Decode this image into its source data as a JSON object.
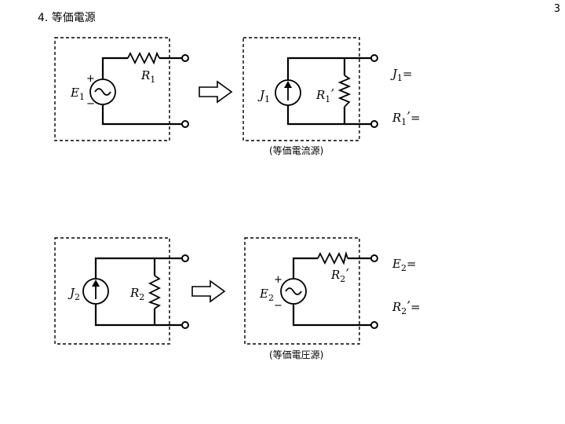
{
  "page": {
    "number": "3",
    "title": "4. 等価電源"
  },
  "circuits": {
    "voltage_source": {
      "source_letter": "E",
      "source_sub": "1",
      "plus": "+",
      "minus": "−",
      "resistor_letter": "R",
      "resistor_sub": "1"
    },
    "equivalent_current": {
      "source_letter": "J",
      "source_sub": "1",
      "resistor_letter": "R",
      "resistor_sub": "1",
      "resistor_prime": "’",
      "caption": "(等価電流源)",
      "answer_j": {
        "letter": "J",
        "sub": "1",
        "eq": "="
      },
      "answer_r": {
        "letter": "R",
        "sub": "1",
        "prime": "’",
        "eq": "="
      }
    },
    "current_source": {
      "source_letter": "J",
      "source_sub": "2",
      "resistor_letter": "R",
      "resistor_sub": "2"
    },
    "equivalent_voltage": {
      "source_letter": "E",
      "source_sub": "2",
      "plus": "+",
      "minus": "−",
      "resistor_letter": "R",
      "resistor_sub": "2",
      "resistor_prime": "’",
      "caption": "(等価電圧源)",
      "answer_e": {
        "letter": "E",
        "sub": "2",
        "eq": "="
      },
      "answer_r": {
        "letter": "R",
        "sub": "2",
        "prime": "’",
        "eq": "="
      }
    }
  }
}
